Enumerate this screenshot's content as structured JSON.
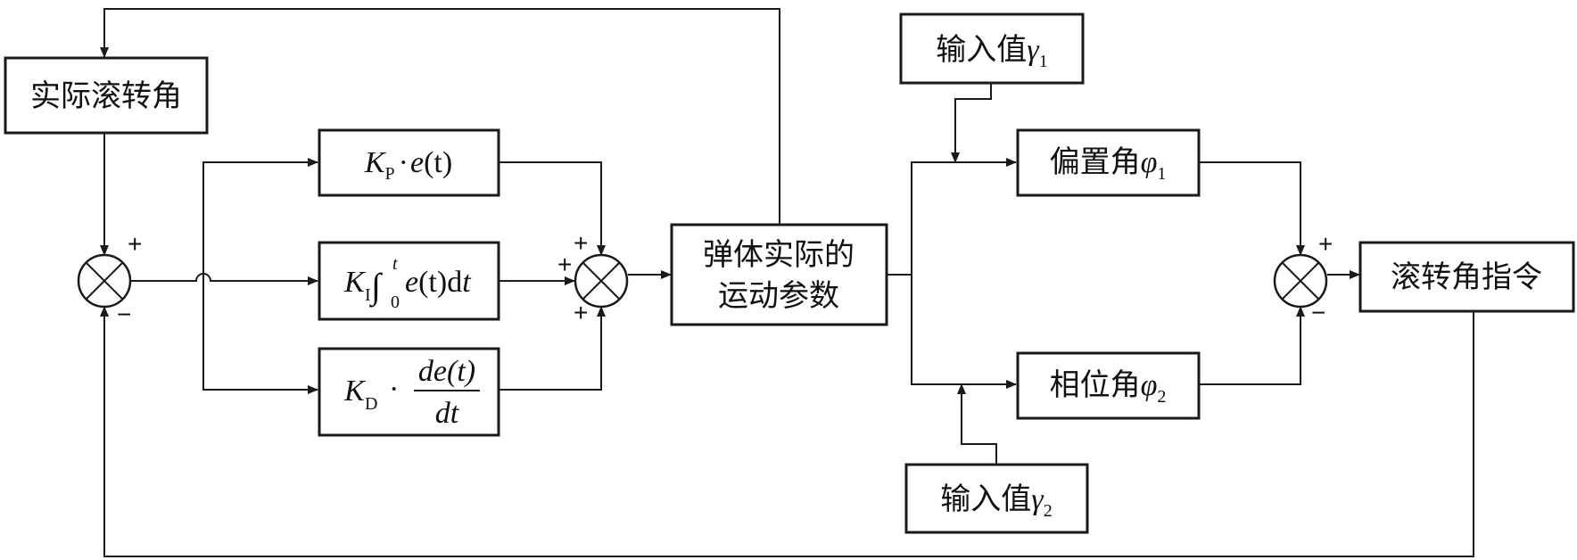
{
  "blocks": {
    "actual_roll": "实际滚转角",
    "kp_K": "K",
    "kp_sub": "P",
    "kp_dot": "·",
    "kp_e": "e",
    "kp_t": "(t)",
    "ki_K": "K",
    "ki_sub": "I",
    "ki_int": "∫",
    "ki_lower": "0",
    "ki_upper": "t",
    "ki_e": "e",
    "ki_t": "(t)",
    "ki_d": "d",
    "ki_dt": "t",
    "kd_K": "K",
    "kd_sub": "D",
    "kd_dot": "·",
    "kd_num": "de(t)",
    "kd_den": "dt",
    "motion_line1": "弹体实际的",
    "motion_line2": "运动参数",
    "input1_label": "输入值",
    "input1_sym": "γ",
    "input1_sub": "1",
    "input2_label": "输入值",
    "input2_sym": "γ",
    "input2_sub": "2",
    "bias_label": "偏置角",
    "bias_sym": "φ",
    "bias_sub": "1",
    "phase_label": "相位角",
    "phase_sym": "φ",
    "phase_sub": "2",
    "roll_cmd": "滚转角指令"
  },
  "signs": {
    "sum1_top": "+",
    "sum1_bottom": "−",
    "sum2_top": "+",
    "sum2_left": "+",
    "sum2_bottom": "+",
    "sum3_top": "+",
    "sum3_bottom": "−"
  },
  "colors": {
    "stroke": "#1a1a1a",
    "background": "#ffffff"
  }
}
